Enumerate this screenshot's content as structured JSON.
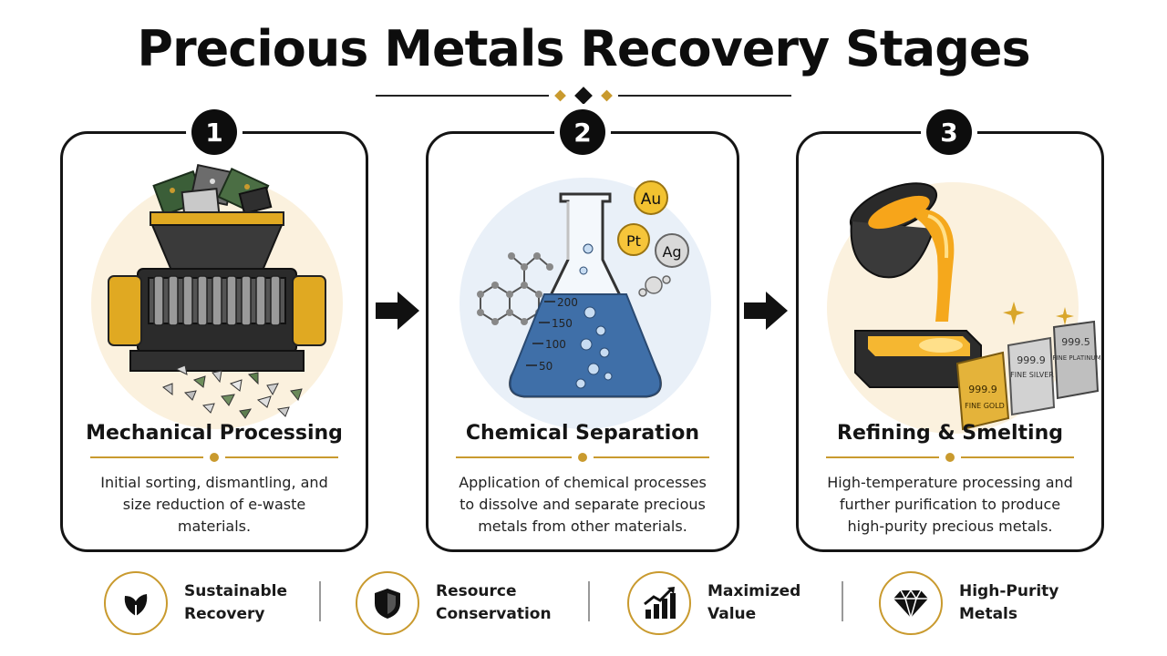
{
  "title": "Precious Metals Recovery Stages",
  "stages": [
    {
      "number": "1",
      "title": "Mechanical Processing",
      "description": "Initial sorting, dismantling, and size reduction of e-waste materials."
    },
    {
      "number": "2",
      "title": "Chemical Separation",
      "description": "Application of chemical processes to dissolve and separate precious metals from other materials.",
      "flask_scale": [
        "200",
        "150",
        "100",
        "50"
      ],
      "elements": [
        "Au",
        "Pt",
        "Ag"
      ]
    },
    {
      "number": "3",
      "title": "Refining & Smelting",
      "description": "High-temperature processing and further purification to produce high-purity precious metals.",
      "bars": [
        {
          "purity": "999.9",
          "metal": "FINE GOLD"
        },
        {
          "purity": "999.9",
          "metal": "FINE SILVER"
        },
        {
          "purity": "999.5",
          "metal": "FINE PLATINUM"
        }
      ]
    }
  ],
  "features": [
    {
      "line1": "Sustainable",
      "line2": "Recovery",
      "icon": "leaf-icon"
    },
    {
      "line1": "Resource",
      "line2": "Conservation",
      "icon": "shield-icon"
    },
    {
      "line1": "Maximized",
      "line2": "Value",
      "icon": "growth-chart-icon"
    },
    {
      "line1": "High-Purity",
      "line2": "Metals",
      "icon": "diamond-icon"
    }
  ],
  "colors": {
    "accent_gold": "#c99a2e",
    "ink": "#111111",
    "liquid_blue": "#3f6fa8",
    "molten": "#f5a81c"
  }
}
